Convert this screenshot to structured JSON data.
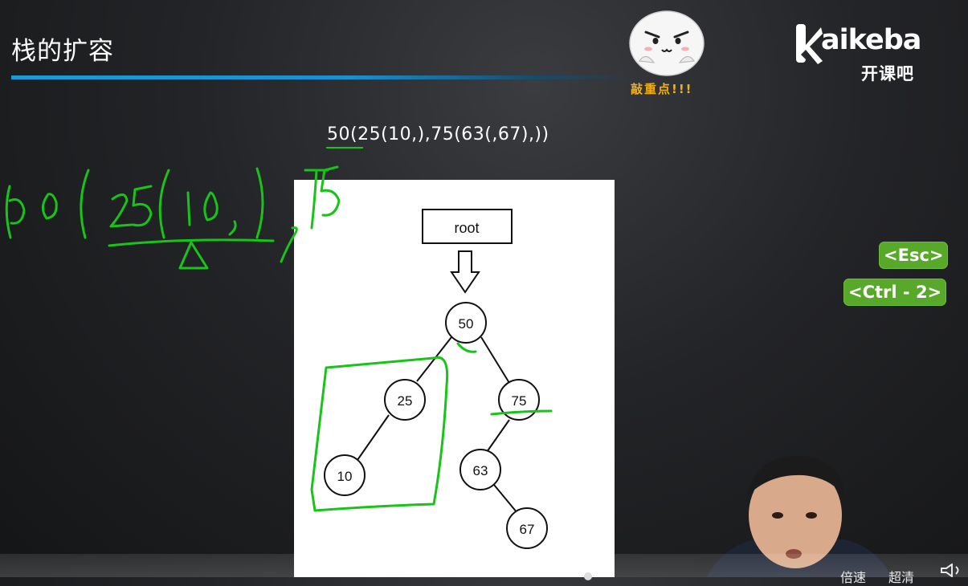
{
  "slide": {
    "title": "栈的扩容",
    "sticker_caption": "敲重点!!!",
    "notation": "50(25(10,),75(63(,67),))"
  },
  "logo": {
    "brand": "aikeba",
    "sub": "开课吧"
  },
  "diagram": {
    "root_label": "root",
    "nodes": [
      "50",
      "25",
      "75",
      "10",
      "63",
      "67"
    ]
  },
  "shortcuts": {
    "esc": "<Esc>",
    "ctrl2": "<Ctrl - 2>"
  },
  "player": {
    "speed": "倍速",
    "quality": "超清"
  },
  "colors": {
    "accent_blue": "#1c9ad6",
    "ink_green": "#17c417",
    "key_green": "#58a82a",
    "sticker_yellow": "#f0b018"
  }
}
